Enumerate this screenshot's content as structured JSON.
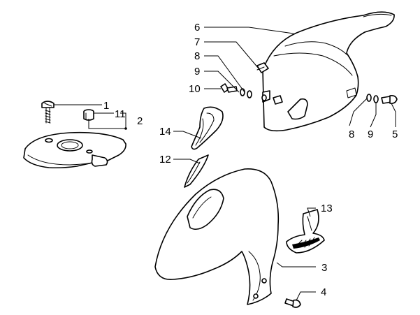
{
  "callouts": {
    "c1": "1",
    "c2": "2",
    "c3": "3",
    "c4": "4",
    "c5": "5",
    "c6": "6",
    "c7": "7",
    "c8_top": "8",
    "c8_bottom": "8",
    "c9_top": "9",
    "c9_bottom": "9",
    "c10": "10",
    "c11": "11",
    "c12": "12",
    "c13": "13",
    "c14": "14"
  },
  "colors": {
    "line": "#000000",
    "background": "#ffffff"
  }
}
